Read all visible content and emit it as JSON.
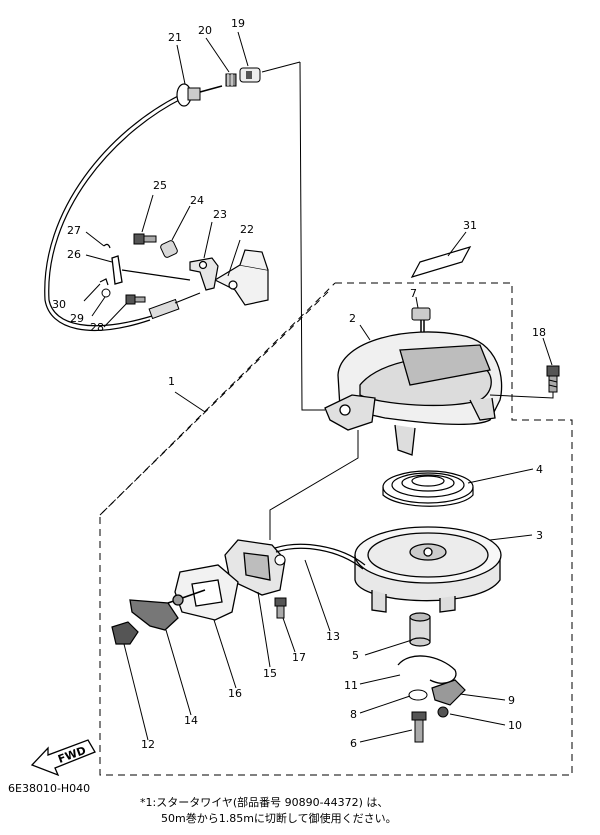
{
  "figure_code": "6E38010-H040",
  "note": {
    "line1": "*1:スタータワイヤ(部品番号 90890-44372) は、",
    "line2": "50m巻から1.85mに切断して御使用ください。"
  },
  "fwd_label": "FWD",
  "callouts": {
    "c1": "1",
    "c2": "2",
    "c3": "3",
    "c4": "4",
    "c5": "5",
    "c6": "6",
    "c7": "7",
    "c8": "8",
    "c9": "9",
    "c10": "10",
    "c11": "11",
    "c12": "12",
    "c13": "13",
    "c14": "14",
    "c15": "15",
    "c16": "16",
    "c17": "17",
    "c18": "18",
    "c19": "19",
    "c20": "20",
    "c21": "21",
    "c22": "22",
    "c23": "23",
    "c24": "24",
    "c25": "25",
    "c26": "26",
    "c27": "27",
    "c28": "28",
    "c29": "29",
    "c30": "30",
    "c31": "31"
  }
}
